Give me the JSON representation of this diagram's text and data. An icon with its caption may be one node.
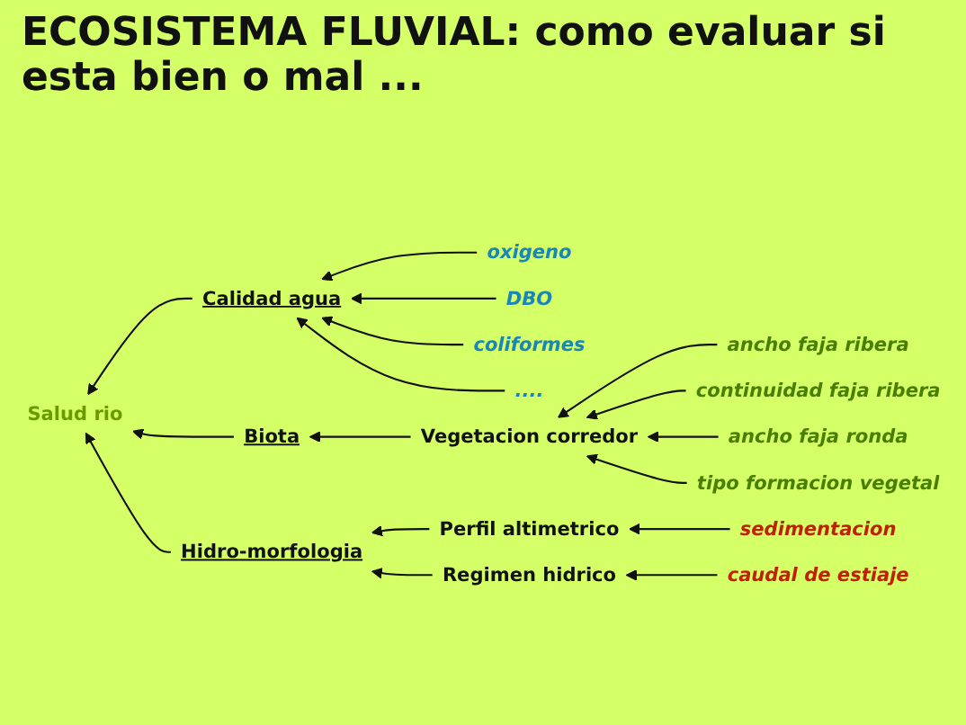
{
  "diagram": {
    "title": "ECOSISTEMA FLUVIAL: como evaluar si esta bien o mal ...",
    "nodes": [
      {
        "text": [
          "Salud rio"
        ]
      },
      {
        "text": [
          "Calidad agua"
        ]
      },
      {
        "text": [
          "Biota"
        ]
      },
      {
        "text": [
          "Hidro-morfologia"
        ]
      },
      {
        "text": [
          "oxigeno"
        ]
      },
      {
        "text": [
          "DBO"
        ]
      },
      {
        "text": [
          "coliformes"
        ]
      },
      {
        "text": [
          "...."
        ]
      },
      {
        "text": [
          "Vegetacion corredor"
        ]
      },
      {
        "text": [
          "ancho faja ribera"
        ]
      },
      {
        "text": [
          "continuidad faja ribera"
        ]
      },
      {
        "text": [
          "ancho faja ronda"
        ]
      },
      {
        "text": [
          "tipo formacion vegetal"
        ]
      },
      {
        "text": [
          "Perfil altimetrico"
        ]
      },
      {
        "text": [
          "Regimen hidrico"
        ]
      },
      {
        "text": [
          "sedimentacion"
        ]
      },
      {
        "text": [
          "caudal de estiaje"
        ]
      }
    ],
    "edges": [
      {
        "from": 1,
        "to": 0,
        "arrow": "to"
      },
      {
        "from": 2,
        "to": 0,
        "arrow": "to"
      },
      {
        "from": 3,
        "to": 0,
        "arrow": "to"
      },
      {
        "from": 4,
        "to": 1,
        "arrow": "to"
      },
      {
        "from": 5,
        "to": 1,
        "arrow": "to"
      },
      {
        "from": 6,
        "to": 1,
        "arrow": "to"
      },
      {
        "from": 7,
        "to": 1,
        "arrow": "to"
      },
      {
        "from": 8,
        "to": 2,
        "arrow": "to"
      },
      {
        "from": 9,
        "to": 8,
        "arrow": "to"
      },
      {
        "from": 10,
        "to": 8,
        "arrow": "to"
      },
      {
        "from": 11,
        "to": 8,
        "arrow": "to"
      },
      {
        "from": 12,
        "to": 8,
        "arrow": "to"
      },
      {
        "from": 13,
        "to": 3,
        "arrow": "to"
      },
      {
        "from": 14,
        "to": 3,
        "arrow": "to"
      },
      {
        "from": 15,
        "to": 13,
        "arrow": "to"
      },
      {
        "from": 16,
        "to": 14,
        "arrow": "to"
      }
    ]
  }
}
